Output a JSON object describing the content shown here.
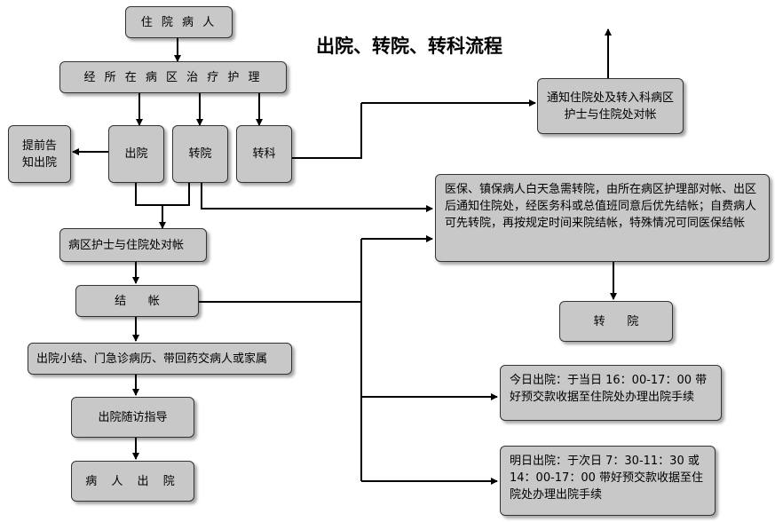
{
  "title": "出院、转院、转科流程",
  "nodes": {
    "patient_in": "住 院 病 人",
    "treatment": "经 所 在 病 区 治 疗 护 理",
    "discharge": "出院",
    "transfer_hospital": "转院",
    "transfer_dept": "转科",
    "notify_early": "提前告知出院",
    "notify_transfer": "通知住院处及转入科病区护士与住院处对帐",
    "insurance_rule": "医保、镇保病人白天急需转院，由所在病区护理部对帐、出区后通知住院处，经医务科或总值班同意后优先结帐；自费病人可先转院，再按规定时间来院结帐，特殊情况可同医保结帐",
    "ward_reconcile": "病区护士与住院处对帐",
    "settle": "结      帐",
    "transfer_done": "转      院",
    "summary": "出院小结、门急诊病历、带回药交病人或家属",
    "today_discharge": "今日出院：于当日 16：00-17：00 带好预交款收据至住院处办理出院手续",
    "followup": "出院随访指导",
    "tomorrow_discharge": "明日出院：于次日 7：30-11：30 或 14：00-17：00 带好预交款收据至住院处办理出院手续",
    "patient_out": "病 人 出 院"
  }
}
